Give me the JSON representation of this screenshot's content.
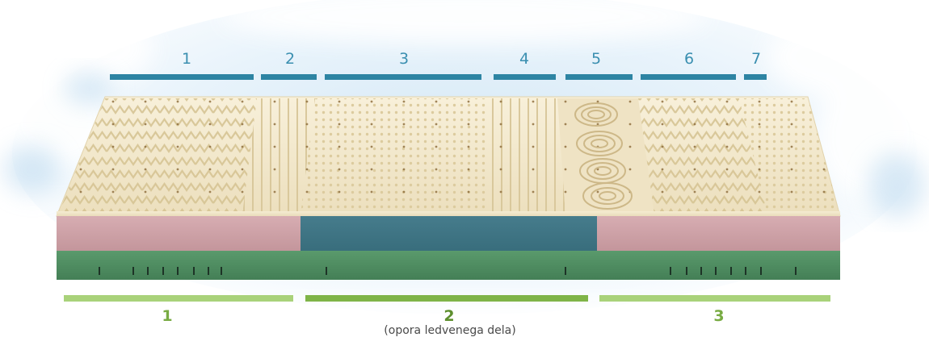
{
  "top_zones": [
    {
      "label": "1"
    },
    {
      "label": "2"
    },
    {
      "label": "3"
    },
    {
      "label": "4"
    },
    {
      "label": "5"
    },
    {
      "label": "6"
    },
    {
      "label": "7"
    }
  ],
  "bottom_zones": [
    {
      "label": "1",
      "sub": ""
    },
    {
      "label": "2",
      "sub": "(opora ledvenega dela)"
    },
    {
      "label": "3",
      "sub": ""
    }
  ],
  "colors": {
    "top_bar": "#2d84a3",
    "top_label": "#3a8fb0",
    "bottom_bar_light": "#a9d27a",
    "bottom_bar_strong": "#7fb448",
    "foam_top": "#f3e8cc",
    "side_pink": "#cfa3a8",
    "side_teal": "#3f7383",
    "base_green": "#4f8f63"
  }
}
